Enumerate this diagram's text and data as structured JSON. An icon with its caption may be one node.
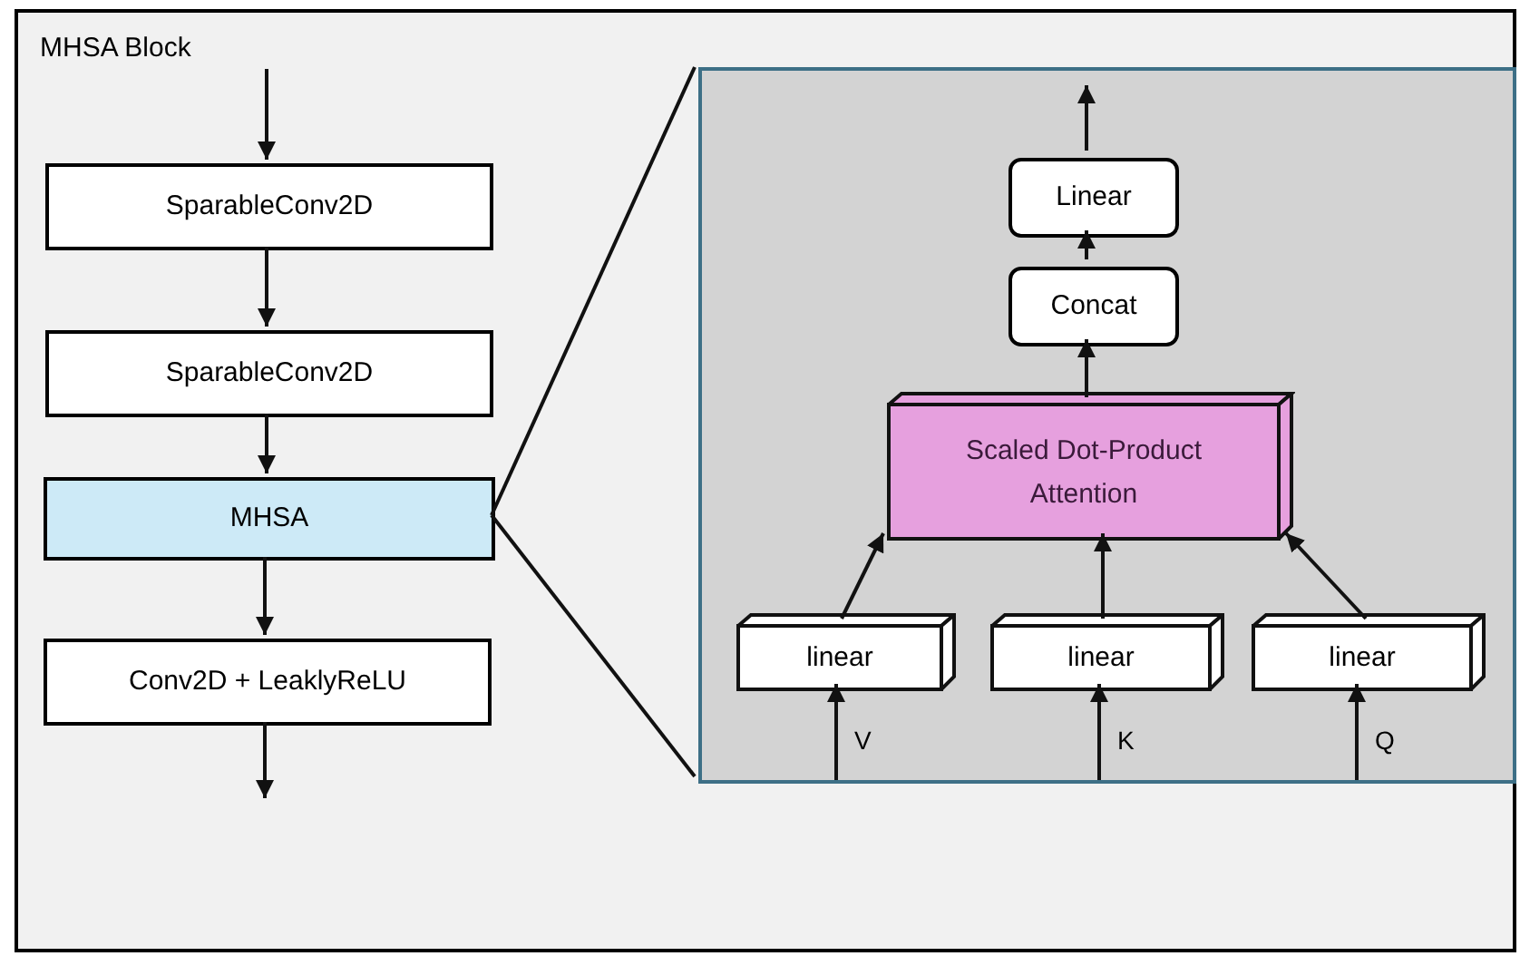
{
  "diagram": {
    "nodes": [
      {
        "text": [
          "MHSA Block"
        ]
      },
      {
        "text": [
          "SparableConv2D"
        ],
        "in": 0
      },
      {
        "text": [
          "SparableConv2D"
        ],
        "in": 0
      },
      {
        "text": [
          "MHSA"
        ],
        "in": 0
      },
      {
        "text": [
          "Conv2D + LeaklyReLU"
        ],
        "in": 0
      },
      {
        "text": [],
        "shape": "box",
        "in": 0
      },
      {
        "text": [
          "Linear"
        ],
        "in": 5
      },
      {
        "text": [
          "Concat"
        ],
        "in": 5
      },
      {
        "text": [
          "Scaled Dot-Product Attention"
        ],
        "in": 5
      },
      {
        "text": [
          "linear"
        ],
        "in": 5
      },
      {
        "text": [
          "linear"
        ],
        "in": 5
      },
      {
        "text": [
          "linear"
        ],
        "in": 5
      }
    ],
    "edges": [
      {
        "from": null,
        "to": 1,
        "arrow": "to"
      },
      {
        "from": 1,
        "to": 2,
        "arrow": "to"
      },
      {
        "from": 2,
        "to": 3,
        "arrow": "to"
      },
      {
        "from": 3,
        "to": 4,
        "arrow": "to"
      },
      {
        "from": 4,
        "to": null,
        "arrow": "to"
      },
      {
        "from": 3,
        "to": 5,
        "arrow": "none"
      },
      {
        "from": 3,
        "to": 5,
        "arrow": "none"
      },
      {
        "from": null,
        "to": 9,
        "arrow": "to",
        "label": "V"
      },
      {
        "from": null,
        "to": 10,
        "arrow": "to",
        "label": "K"
      },
      {
        "from": null,
        "to": 11,
        "arrow": "to",
        "label": "Q"
      },
      {
        "from": 9,
        "to": 8,
        "arrow": "to"
      },
      {
        "from": 10,
        "to": 8,
        "arrow": "to"
      },
      {
        "from": 11,
        "to": 8,
        "arrow": "to"
      },
      {
        "from": 8,
        "to": 7,
        "arrow": "to"
      },
      {
        "from": 7,
        "to": 6,
        "arrow": "to"
      },
      {
        "from": 6,
        "to": null,
        "arrow": "to"
      }
    ]
  }
}
